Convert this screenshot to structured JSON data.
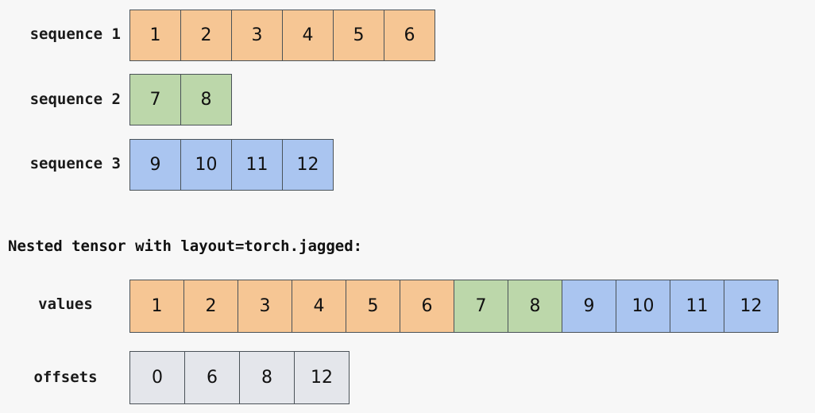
{
  "background_color": "#f7f7f7",
  "palette": {
    "orange": "#f6c694",
    "green": "#bcd7aa",
    "blue": "#aac5f0",
    "gray": "#e4e6eb",
    "border": "#4a5258",
    "text": "#111111"
  },
  "sequences": [
    {
      "label": "sequence 1",
      "color": "orange",
      "values": [
        "1",
        "2",
        "3",
        "4",
        "5",
        "6"
      ]
    },
    {
      "label": "sequence 2",
      "color": "green",
      "values": [
        "7",
        "8"
      ]
    },
    {
      "label": "sequence 3",
      "color": "blue",
      "values": [
        "9",
        "10",
        "11",
        "12"
      ]
    }
  ],
  "jagged": {
    "heading": "Nested tensor with layout=torch.jagged:",
    "values_label": "values",
    "offsets_label": "offsets",
    "values": [
      {
        "text": "1",
        "color": "orange"
      },
      {
        "text": "2",
        "color": "orange"
      },
      {
        "text": "3",
        "color": "orange"
      },
      {
        "text": "4",
        "color": "orange"
      },
      {
        "text": "5",
        "color": "orange"
      },
      {
        "text": "6",
        "color": "orange"
      },
      {
        "text": "7",
        "color": "green"
      },
      {
        "text": "8",
        "color": "green"
      },
      {
        "text": "9",
        "color": "blue"
      },
      {
        "text": "10",
        "color": "blue"
      },
      {
        "text": "11",
        "color": "blue"
      },
      {
        "text": "12",
        "color": "blue"
      }
    ],
    "offsets": [
      {
        "text": "0",
        "color": "gray"
      },
      {
        "text": "6",
        "color": "gray"
      },
      {
        "text": "8",
        "color": "gray"
      },
      {
        "text": "12",
        "color": "gray"
      }
    ]
  }
}
